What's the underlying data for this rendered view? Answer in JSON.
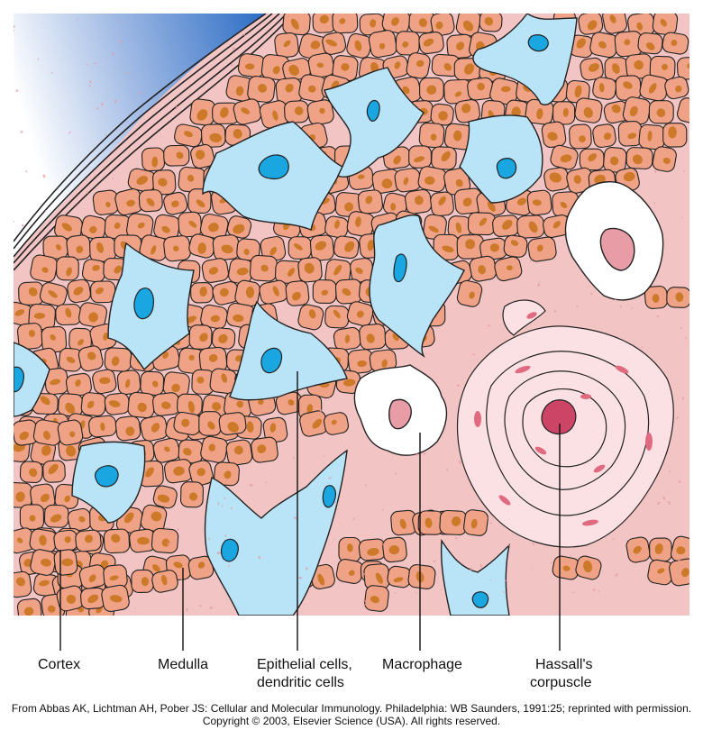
{
  "labels": {
    "cortex": "Cortex",
    "medulla": "Medulla",
    "epithelial_line1": "Epithelial cells,",
    "epithelial_line2": "dendritic cells",
    "macrophage": "Macrophage",
    "hassall_line1": "Hassall's",
    "hassall_line2": "corpuscle"
  },
  "credit": {
    "line1": "From Abbas AK, Lichtman AH, Pober JS: Cellular and Molecular Immunology. Philadelphia: WB Saunders, 1991:25; reprinted with permission.",
    "line2": "Copyright © 2003, Elsevier Science (USA). All rights reserved."
  },
  "colors": {
    "medulla_bg": "#f2c4c4",
    "thymocyte_fill": "#f0a287",
    "thymocyte_nucleus": "#cc7a2a",
    "epithelial_fill": "#b9e3f7",
    "epithelial_nucleus": "#1aa6e0",
    "capsule_blue": "#2b6cc4",
    "macrophage_fill": "#ffffff",
    "macrophage_nucleus": "#e79ca6",
    "corpuscle_fill": "#fbe1e3",
    "corpuscle_core": "#cc4466"
  }
}
